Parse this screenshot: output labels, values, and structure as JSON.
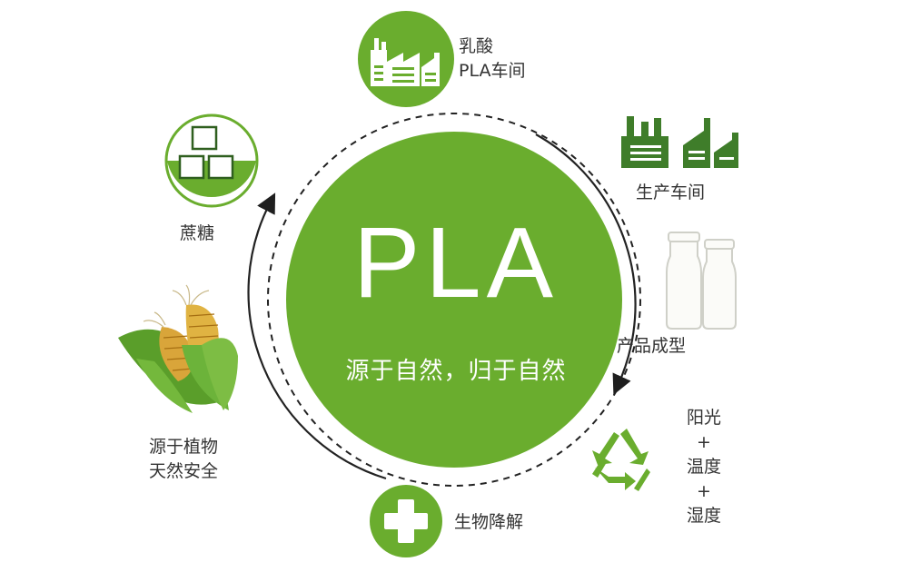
{
  "center": {
    "title": "PLA",
    "subtitle": "源于自然，归于自然"
  },
  "cycle": {
    "lactic": {
      "line1": "乳酸",
      "line2": "PLA车间",
      "icon": "factory-icon"
    },
    "production": {
      "label": "生产车间",
      "icon": "factory-icon"
    },
    "product": {
      "label": "产品成型",
      "icon": "bottles-icon"
    },
    "conditions": {
      "line1": "阳光",
      "plus1": "+",
      "line2": "温度",
      "plus2": "+",
      "line3": "湿度",
      "icon": "recycle-icon"
    },
    "biodegrade": {
      "label": "生物降解",
      "icon": "plus-cross-icon"
    },
    "plant": {
      "line1": "源于植物",
      "line2": "天然安全",
      "icon": "corn-icon"
    },
    "sucrose": {
      "label": "蔗糖",
      "icon": "sugar-cubes-icon"
    }
  },
  "colors": {
    "green": "#6aad2e",
    "dark_green": "#3f7d2a",
    "text": "#333333"
  }
}
